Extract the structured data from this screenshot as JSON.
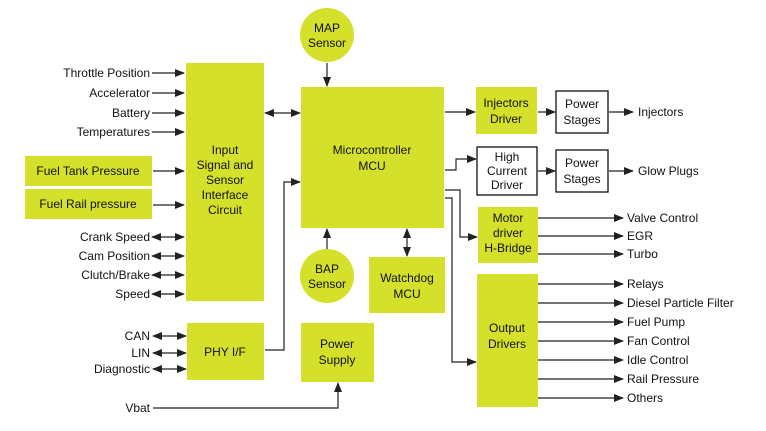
{
  "colors": {
    "block": "#d4e02a",
    "line": "#222222",
    "text": "#111111"
  },
  "blocks": {
    "map_sensor": {
      "lines": [
        "MAP",
        "Sensor"
      ]
    },
    "input_circuit": {
      "lines": [
        "Input",
        "Signal and",
        "Sensor",
        "Interface",
        "Circuit"
      ]
    },
    "microcontroller": {
      "lines": [
        "Microcontroller",
        "MCU"
      ]
    },
    "bap_sensor": {
      "lines": [
        "BAP",
        "Sensor"
      ]
    },
    "watchdog": {
      "lines": [
        "Watchdog",
        "MCU"
      ]
    },
    "phy_if": {
      "lines": [
        "PHY I/F"
      ]
    },
    "power_supply": {
      "lines": [
        "Power",
        "Supply"
      ]
    },
    "injectors_driver": {
      "lines": [
        "Injectors",
        "Driver"
      ]
    },
    "power_stages_1": {
      "lines": [
        "Power",
        "Stages"
      ]
    },
    "high_current_driver": {
      "lines": [
        "High",
        "Current",
        "Driver"
      ]
    },
    "power_stages_2": {
      "lines": [
        "Power",
        "Stages"
      ]
    },
    "motor_driver": {
      "lines": [
        "Motor",
        "driver",
        "H-Bridge"
      ]
    },
    "output_drivers": {
      "lines": [
        "Output",
        "Drivers"
      ]
    },
    "fuel_tank_pressure": {
      "lines": [
        "Fuel Tank Pressure"
      ]
    },
    "fuel_rail_pressure": {
      "lines": [
        "Fuel Rail pressure"
      ]
    }
  },
  "inputs_one_way": [
    "Throttle Position",
    "Accelerator",
    "Battery",
    "Temperatures"
  ],
  "inputs_two_way": [
    "Crank Speed",
    "Cam Position",
    "Clutch/Brake",
    "Speed"
  ],
  "bus_inputs": [
    "CAN",
    "LIN",
    "Diagnostic"
  ],
  "vbat": "Vbat",
  "outputs": {
    "injectors": "Injectors",
    "glow_plugs": "Glow Plugs",
    "motor": [
      "Valve Control",
      "EGR",
      "Turbo"
    ],
    "drivers": [
      "Relays",
      "Diesel Particle Filter",
      "Fuel Pump",
      "Fan Control",
      "Idle Control",
      "Rail Pressure",
      "Others"
    ]
  }
}
